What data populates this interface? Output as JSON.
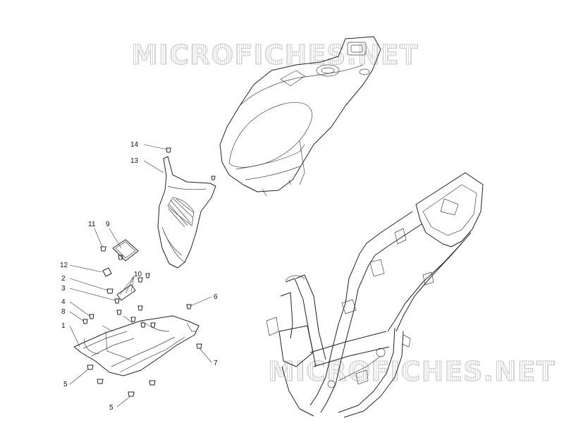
{
  "watermark": {
    "text": "MICROFICHES.NET"
  },
  "callouts": {
    "n14": "14",
    "n13": "13",
    "n11": "11",
    "n9": "9",
    "n12": "12",
    "n2": "2",
    "n10": "10",
    "n3": "3",
    "n4": "4",
    "n8": "8",
    "n6": "6",
    "n1": "1",
    "n7": "7",
    "n5a": "5",
    "n5b": "5"
  }
}
